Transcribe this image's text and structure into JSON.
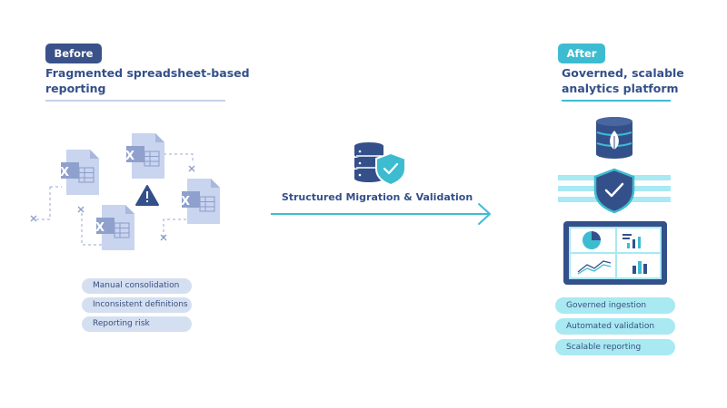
{
  "before": {
    "badge": "Before",
    "title": "Fragmented spreadsheet-based reporting",
    "file_letter": "X",
    "tags": [
      "Manual consolidation",
      "Inconsistent definitions",
      "Reporting risk"
    ]
  },
  "middle": {
    "label": "Structured Migration & Validation"
  },
  "after": {
    "badge": "After",
    "title": "Governed, scalable analytics platform",
    "tags": [
      "Governed ingestion",
      "Automated validation",
      "Scalable reporting"
    ]
  },
  "colors": {
    "navy": "#3a5289",
    "teal": "#3dbcd1",
    "light_blue": "#d4dff1",
    "light_teal": "#a8e9f2",
    "file_icon": "#c9d4ef"
  },
  "icons": [
    "spreadsheet-file-icon",
    "warning-icon",
    "database-shield-icon",
    "arrow-right-icon",
    "database-leaf-icon",
    "shield-check-icon",
    "dashboard-monitor-icon"
  ]
}
